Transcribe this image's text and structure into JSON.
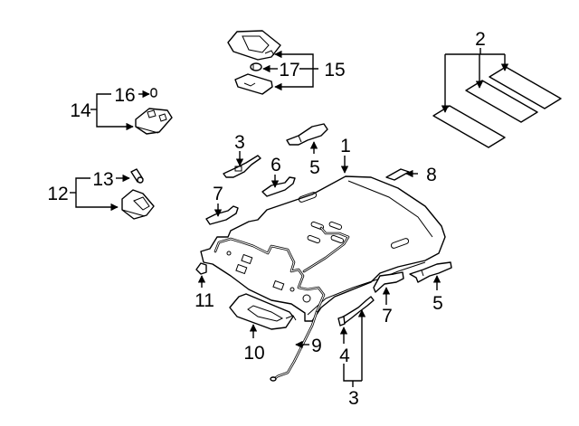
{
  "diagram": {
    "title": "Headliner and interior roof components exploded view",
    "line_color": "#000000",
    "background_color": "#ffffff",
    "callouts": [
      {
        "id": "c1",
        "number": "1",
        "part": "headliner"
      },
      {
        "id": "c2",
        "number": "2",
        "part": "roof-pads (3)"
      },
      {
        "id": "c3a",
        "number": "3",
        "part": "trim-bracket-left"
      },
      {
        "id": "c3b",
        "number": "3",
        "part": "pillar-trim-assembly"
      },
      {
        "id": "c4",
        "number": "4",
        "part": "pillar-clip"
      },
      {
        "id": "c5a",
        "number": "5",
        "part": "bracket-upper"
      },
      {
        "id": "c5b",
        "number": "5",
        "part": "bracket-right"
      },
      {
        "id": "c6",
        "number": "6",
        "part": "grab-handle-front"
      },
      {
        "id": "c7a",
        "number": "7",
        "part": "grab-handle-upper"
      },
      {
        "id": "c7b",
        "number": "7",
        "part": "grab-handle-right"
      },
      {
        "id": "c8",
        "number": "8",
        "part": "small-pad"
      },
      {
        "id": "c9",
        "number": "9",
        "part": "wire-harness"
      },
      {
        "id": "c10",
        "number": "10",
        "part": "sun-visor"
      },
      {
        "id": "c11",
        "number": "11",
        "part": "visor-clip"
      },
      {
        "id": "c12",
        "number": "12",
        "part": "dome-lamp-assembly"
      },
      {
        "id": "c13",
        "number": "13",
        "part": "dome-lamp-bulb"
      },
      {
        "id": "c14",
        "number": "14",
        "part": "map-lamp-assembly"
      },
      {
        "id": "c16",
        "number": "16",
        "part": "map-lamp-bulb"
      },
      {
        "id": "c15",
        "number": "15",
        "part": "overhead-console-assembly"
      },
      {
        "id": "c17",
        "number": "17",
        "part": "console-bulb"
      }
    ]
  }
}
